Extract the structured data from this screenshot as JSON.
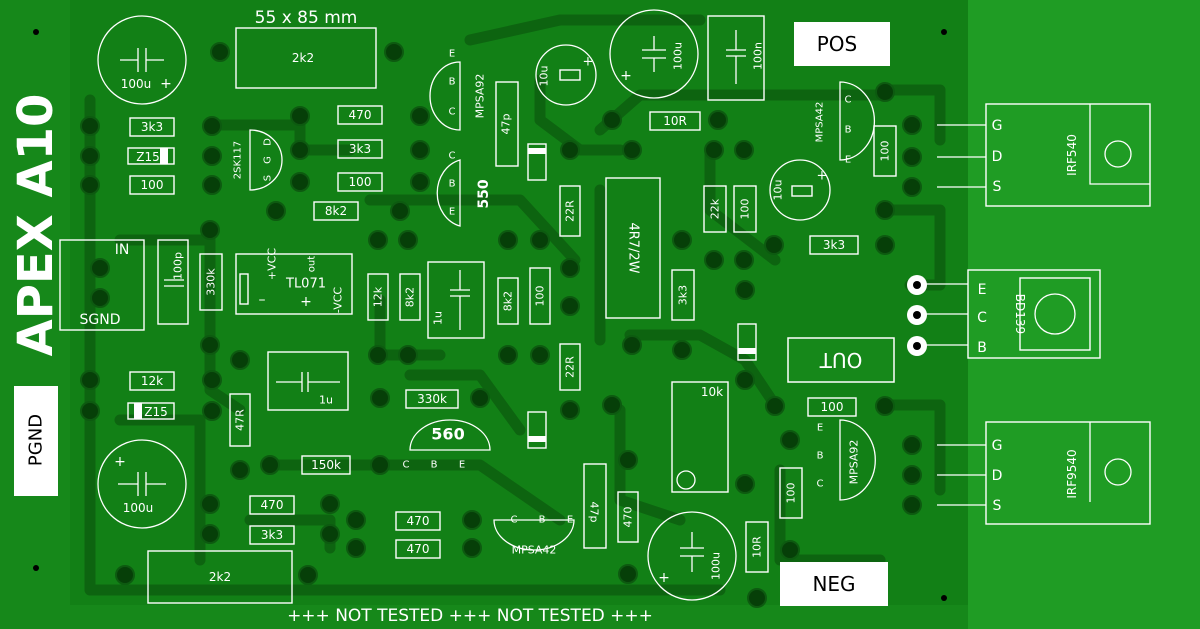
{
  "board": {
    "dimensions": "55 x 85 mm",
    "title": "APEX A10",
    "warning": "+++ NOT   TESTED +++ NOT   TESTED +++",
    "colors": {
      "board": "#16881a",
      "heatsink_area": "#1f9c24",
      "trace": "#0d6410",
      "silk": "#ffffff",
      "pad": "#063f08"
    }
  },
  "terminals": {
    "pos": "POS",
    "neg": "NEG",
    "out": "OUT",
    "pgnd": "PGND",
    "in": "IN",
    "sgnd": "SGND"
  },
  "resistors": {
    "r_2k2_top": "2k2",
    "r_470_a": "470",
    "r_3k3_a": "3k3",
    "r_3k3_b": "3k3",
    "r_100_a": "100",
    "r_8k2_a": "8k2",
    "r_330k_a": "330k",
    "r_12k_a": "12k",
    "r_8k2_b": "8k2",
    "r_8k2_c": "8k2",
    "r_100_b": "100",
    "r_22r_a": "22R",
    "r_22r_b": "22R",
    "r_4r7": "4R7/2W",
    "r_3k3_c": "3k3",
    "r_10r_a": "10R",
    "r_22k": "22k",
    "r_100_c": "100",
    "r_100_d": "100",
    "r_3k3_d": "3k3",
    "r_12k_b": "12k",
    "r_47r": "47R",
    "r_330k_b": "330k",
    "r_150k": "150k",
    "r_470_b": "470",
    "r_3k3_e": "3k3",
    "r_470_c": "470",
    "r_470_d": "470",
    "r_470_e": "470",
    "r_2k2_bot": "2k2",
    "r_100_e": "100",
    "r_100_f": "100",
    "r_10r_b": "10R",
    "pot_10k": "10k"
  },
  "capacitors": {
    "c_100u_tl": "100u",
    "c_10u_a": "10u",
    "c_100u_tr": "100u",
    "c_100n": "100n",
    "c_47p_a": "47p",
    "c_100p": "100p",
    "c_1u_a": "1u",
    "c_1u_b": "1u",
    "c_10u_b": "10u",
    "c_100u_bl": "100u",
    "c_47p_b": "47p",
    "c_100u_br": "100u"
  },
  "semis": {
    "q_mpsa92_a": "MPSA92",
    "q_550": "550",
    "q_2sk117": "2SK117",
    "q_mpsa42_a": "MPSA42",
    "q_560": "560",
    "q_mpsa42_b": "MPSA42",
    "q_mpsa92_b": "MPSA92",
    "q_irf540": "IRF540",
    "q_irf9540": "IRF9540",
    "q_bd139": "BD139",
    "u_tl071": "TL071",
    "z_a": "Z15",
    "z_b": "Z15",
    "tl071_vcc_pos": "+VCC",
    "tl071_vcc_neg": "-VCC",
    "tl071_out": "out",
    "tl071_minus": "–",
    "tl071_plus": "+",
    "jfet_pins": [
      "S",
      "G",
      "D"
    ]
  },
  "pins": {
    "e": "E",
    "b": "B",
    "c": "C",
    "g": "G",
    "d": "D",
    "s": "S",
    "plus": "+"
  }
}
